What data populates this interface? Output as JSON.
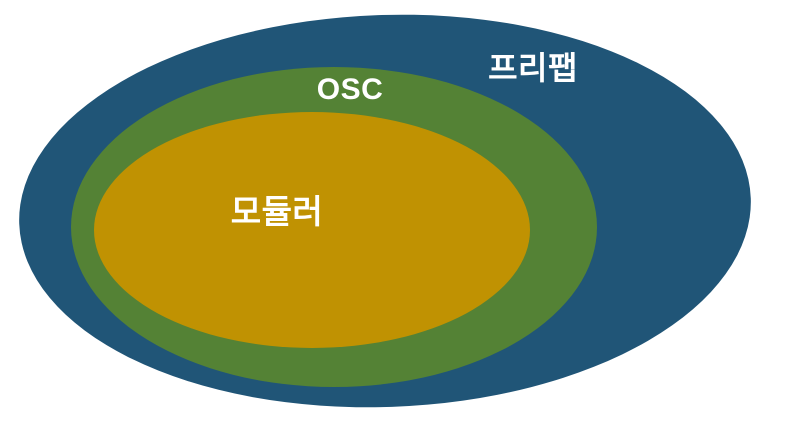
{
  "diagram": {
    "type": "nested-venn",
    "background_color": "#ffffff",
    "label_color": "#ffffff",
    "sets": [
      {
        "label": "프리팹",
        "color": "#205577",
        "level": "outer"
      },
      {
        "label": "OSC",
        "color": "#548235",
        "level": "middle"
      },
      {
        "label": "모듈러",
        "color": "#c09202",
        "level": "inner"
      }
    ]
  }
}
